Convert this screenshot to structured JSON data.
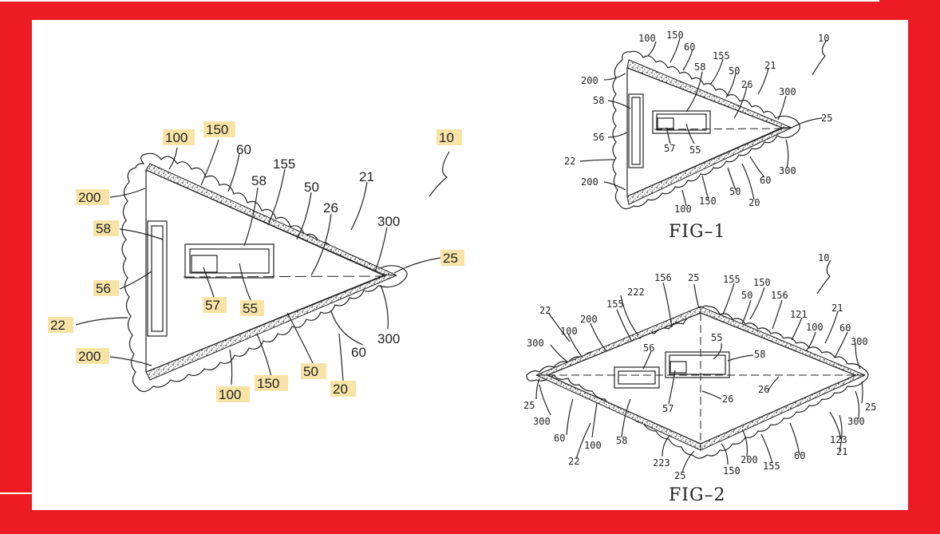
{
  "colors": {
    "frame": "#ed1c24",
    "label_highlight": "#f7e3a6",
    "line": "#222222"
  },
  "fig_large": {
    "labels": [
      "100",
      "150",
      "60",
      "155",
      "58",
      "50",
      "26",
      "21",
      "10",
      "200",
      "58",
      "56",
      "57",
      "55",
      "300",
      "25",
      "22",
      "300",
      "200",
      "100",
      "150",
      "50",
      "20",
      "60"
    ]
  },
  "fig1": {
    "caption": "FIG–1",
    "labels": [
      "100",
      "150",
      "60",
      "155",
      "58",
      "50",
      "26",
      "21",
      "300",
      "10",
      "200",
      "58",
      "56",
      "57",
      "55",
      "25",
      "22",
      "200",
      "100",
      "150",
      "50",
      "60",
      "300",
      "20"
    ]
  },
  "fig2": {
    "caption": "FIG–2",
    "labels": [
      "10",
      "156",
      "25",
      "155",
      "150",
      "222",
      "155",
      "50",
      "156",
      "22",
      "200",
      "121",
      "21",
      "100",
      "100",
      "60",
      "300",
      "55",
      "58",
      "300",
      "56",
      "26",
      "26",
      "25",
      "57",
      "25",
      "300",
      "300",
      "60",
      "100",
      "58",
      "223",
      "25",
      "150",
      "200",
      "155",
      "60",
      "123",
      "21",
      "22"
    ]
  }
}
